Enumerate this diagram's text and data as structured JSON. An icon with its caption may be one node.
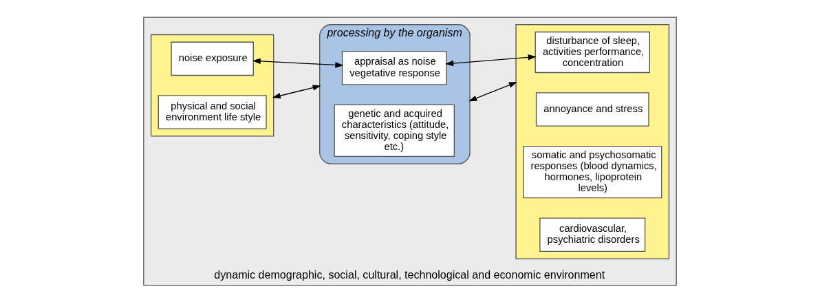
{
  "diagram": {
    "nodes": [
      {
        "text": [
          "dynamic demographic, social, cultural, technological and economic environment"
        ]
      },
      {
        "text": [],
        "shape": "box",
        "in": 0
      },
      {
        "text": [
          "noise exposure"
        ],
        "in": 1
      },
      {
        "text": [
          "physical and social environment life style"
        ],
        "in": 1
      },
      {
        "text": [
          "processing by the organism"
        ],
        "in": 0
      },
      {
        "text": [
          "appraisal as noise vegetative response"
        ],
        "in": 4
      },
      {
        "text": [
          "genetic and acquired characteristics (attitude, sensitivity, coping style etc.)"
        ],
        "in": 4
      },
      {
        "text": [],
        "shape": "box",
        "in": 0
      },
      {
        "text": [
          "disturbance of sleep, activities performance, concentration"
        ],
        "in": 7
      },
      {
        "text": [
          "annoyance and stress"
        ],
        "in": 7
      },
      {
        "text": [
          "somatic and psychosomatic responses (blood dynamics, hormones, lipoprotein levels)"
        ],
        "in": 7
      },
      {
        "text": [
          "cardiovascular, psychiatric disorders"
        ],
        "in": 7
      }
    ],
    "edges": [
      {
        "from": 2,
        "to": 5,
        "arrow": "both"
      },
      {
        "from": 1,
        "to": 4,
        "arrow": "both"
      },
      {
        "from": 5,
        "to": 8,
        "arrow": "both"
      },
      {
        "from": 4,
        "to": 7,
        "arrow": "both"
      }
    ]
  }
}
